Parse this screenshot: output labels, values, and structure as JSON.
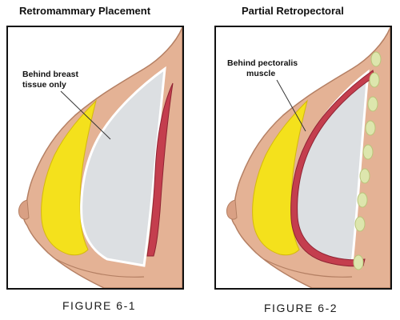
{
  "panels": [
    {
      "title": "Retromammary Placement",
      "label_lines": [
        "Behind breast",
        "tissue only"
      ],
      "caption": "FIGURE 6-1"
    },
    {
      "title": "Partial Retropectoral",
      "label_lines": [
        "Behind pectoralis",
        "muscle"
      ],
      "caption": "FIGURE 6-2"
    }
  ],
  "colors": {
    "skin": "#e4b295",
    "skin_outline": "#b47f63",
    "fat": "#f4e11c",
    "implant": "#dcdfe2",
    "muscle": "#c43e4e",
    "rib": "#dde6ad"
  }
}
